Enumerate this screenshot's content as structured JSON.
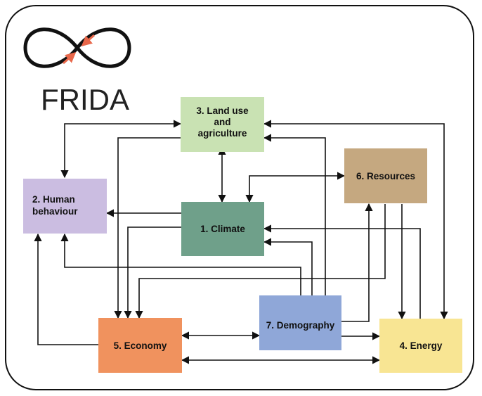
{
  "logo": {
    "text": "FRIDA"
  },
  "nodes": {
    "land_use": {
      "lines": [
        "3. Land use",
        "and",
        "agriculture"
      ],
      "color": "#c9e2b3"
    },
    "human": {
      "lines": [
        "2. Human",
        "behaviour"
      ],
      "color": "#cbbde1"
    },
    "resources": {
      "lines": [
        "6. Resources"
      ],
      "color": "#c5a880"
    },
    "climate": {
      "lines": [
        "1. Climate"
      ],
      "color": "#6fa08a"
    },
    "demography": {
      "lines": [
        "7. Demography"
      ],
      "color": "#8fa7d8"
    },
    "economy": {
      "lines": [
        "5. Economy"
      ],
      "color": "#f0925e"
    },
    "energy": {
      "lines": [
        "4. Energy"
      ],
      "color": "#f8e593"
    }
  },
  "colors": {
    "line": "#111111",
    "logo_arrow": "#e8674a"
  }
}
